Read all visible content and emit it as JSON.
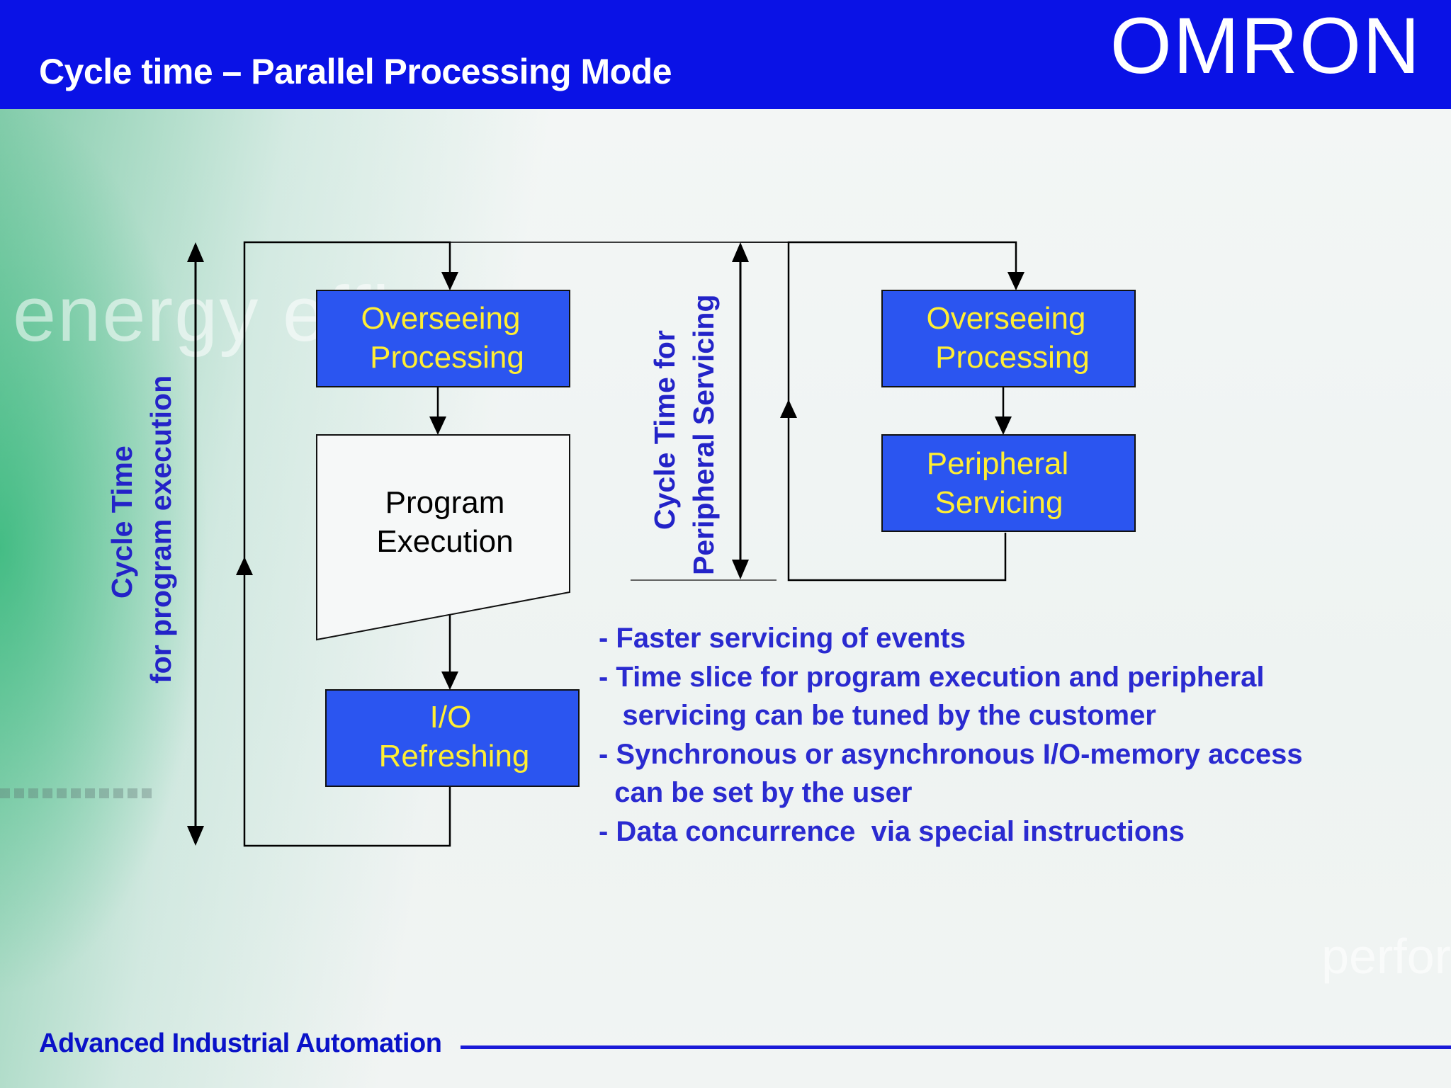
{
  "header": {
    "title": "Cycle time – Parallel Processing Mode",
    "logo": "OMRON"
  },
  "diagram": {
    "left_cycle_label_line1": "Cycle Time",
    "left_cycle_label_line2": "for program execution",
    "mid_cycle_label_line1": "Cycle Time for",
    "mid_cycle_label_line2": "Peripheral Servicing",
    "left_overseeing_line1": "Overseeing",
    "left_overseeing_line2": "Processing",
    "program_line1": "Program",
    "program_line2": "Execution",
    "io_line1": "I/O",
    "io_line2": "Refreshing",
    "right_overseeing_line1": "Overseeing",
    "right_overseeing_line2": "Processing",
    "peripheral_line1": "Peripheral",
    "peripheral_line2": "Servicing"
  },
  "bullets": [
    "- Faster servicing of events",
    "- Time slice for program execution and peripheral",
    "   servicing can be tuned by the customer",
    "- Synchronous or asynchronous I/O-memory access",
    "  can be set by the user",
    "- Data concurrence  via special instructions"
  ],
  "footer": {
    "text": "Advanced Industrial Automation"
  },
  "background": {
    "word1": "energy effic",
    "word2": "perfor"
  },
  "colors": {
    "header_bg": "#0a12e6",
    "box_fill": "#2b55f0",
    "box_text": "#ffee33",
    "label_blue": "#2323c8"
  }
}
